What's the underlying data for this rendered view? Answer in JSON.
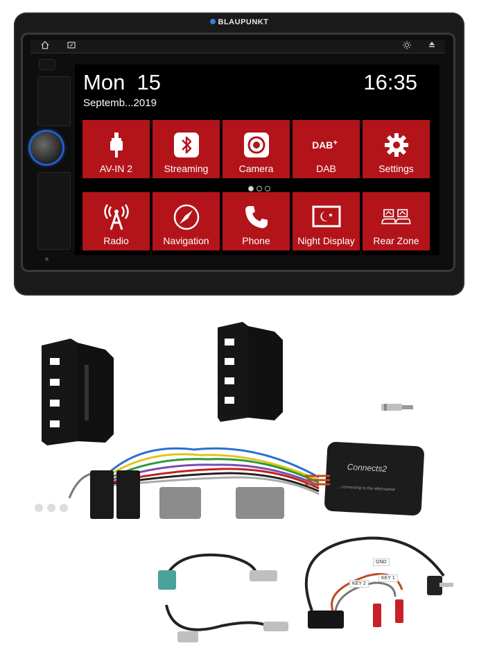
{
  "brand": "BLAUPUNKT",
  "screen": {
    "day": "Mon  15",
    "month_year": "Septemb...2019",
    "time": "16:35",
    "page_count": 3,
    "active_page": 1,
    "tiles_row1": [
      {
        "label": "AV-IN 2",
        "icon": "av-in-plug-icon"
      },
      {
        "label": "Streaming",
        "icon": "bluetooth-icon"
      },
      {
        "label": "Camera",
        "icon": "camera-icon"
      },
      {
        "label": "DAB",
        "icon": "dab-plus-icon"
      },
      {
        "label": "Settings",
        "icon": "gear-icon"
      }
    ],
    "tiles_row2": [
      {
        "label": "Radio",
        "icon": "radio-tower-icon"
      },
      {
        "label": "Navigation",
        "icon": "compass-icon"
      },
      {
        "label": "Phone",
        "icon": "phone-icon"
      },
      {
        "label": "Night Display",
        "icon": "moon-display-icon"
      },
      {
        "label": "Rear Zone",
        "icon": "rear-zone-icon"
      }
    ]
  },
  "accessories": {
    "steering_interface_label": "Connects2",
    "steering_interface_tagline": "...connecting to the aftermarket",
    "wire_tags": [
      "GND",
      "KEY 2",
      "KEY 1"
    ]
  },
  "colors": {
    "tile_red": "#b2141a",
    "accent_blue": "#2f7fe0"
  }
}
